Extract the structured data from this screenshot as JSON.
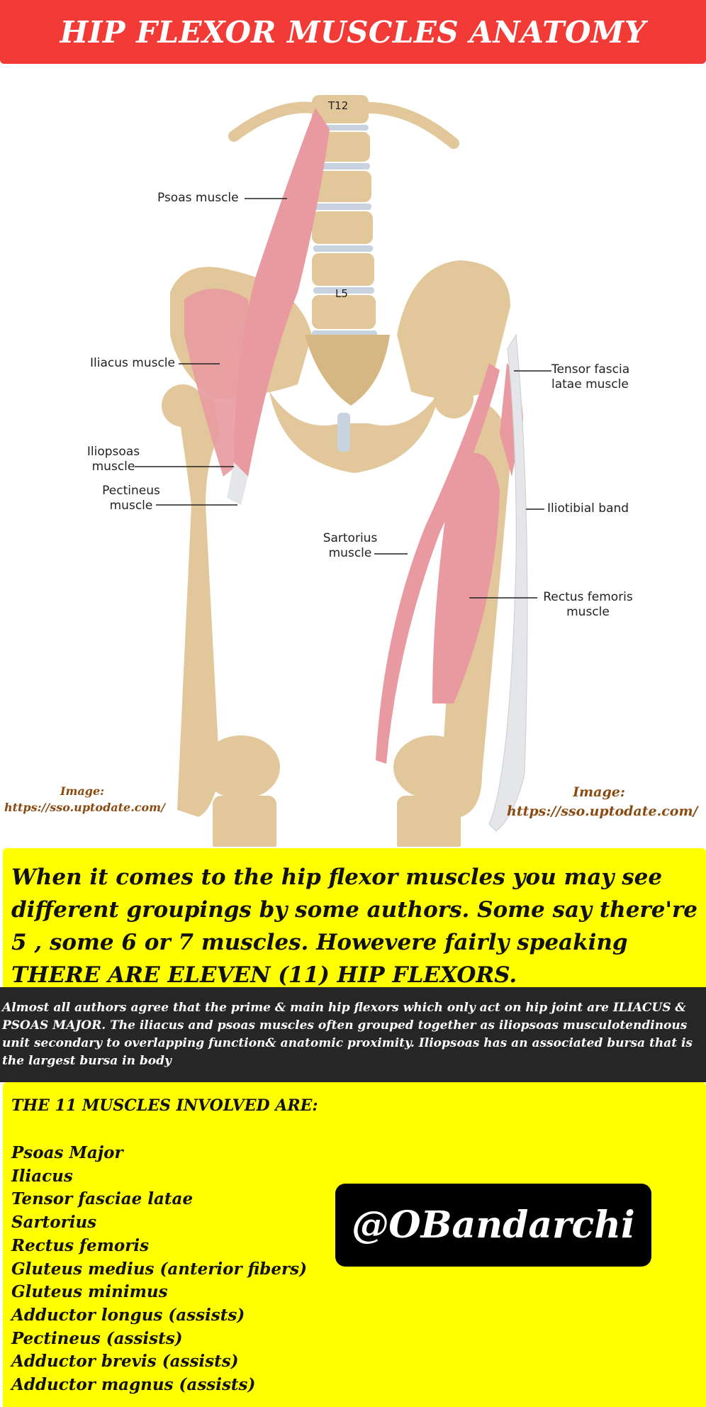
{
  "header": {
    "title": "HIP FLEXOR MUSCLES ANATOMY"
  },
  "illustration": {
    "vertebra_labels": {
      "top": "T12",
      "bottom": "L5"
    },
    "labels": {
      "psoas": "Psoas muscle",
      "iliacus": "Iliacus muscle",
      "iliopsoas": "Iliopsoas\nmuscle",
      "pectineus": "Pectineus\nmuscle",
      "sartorius": "Sartorius\nmuscle",
      "tensor": "Tensor fascia\nlatae muscle",
      "iliotibial": "Iliotibial band",
      "rectus": "Rectus femoris\nmuscle"
    },
    "credits": {
      "left_label": "Image:",
      "left_url": "https://sso.uptodate.com/",
      "right_label": "Image:",
      "right_url": "https://sso.uptodate.com/"
    },
    "colors": {
      "bone": "#e2c79a",
      "muscle": "#e89aa0",
      "disc": "#c9d3df",
      "tendon": "#e4e6ea"
    }
  },
  "intro": {
    "text": "When it comes to the hip flexor muscles you may see different groupings by some authors. Some say there're 5 , some 6 or 7 muscles. Howevere fairly speaking THERE ARE ELEVEN (11) HIP FLEXORS."
  },
  "note": {
    "text": "Almost all authors agree that the prime & main hip  flexors which only act on hip joint are ILIACUS & PSOAS MAJOR. The iliacus and psoas muscles often grouped together as  iliopsoas musculotendinous unit secondary to overlapping function& anatomic proximity. Iliopsoas has an associated bursa that is the largest bursa in body"
  },
  "muscles": {
    "title": "THE 11 MUSCLES INVOLVED ARE:",
    "items": [
      "Psoas Major",
      "Iliacus",
      "Tensor fasciae latae",
      "Sartorius",
      "Rectus femoris",
      "Gluteus medius (anterior fibers)",
      "Gluteus minimus",
      "Adductor longus (assists)",
      "Pectineus (assists)",
      "Adductor brevis (assists)",
      "Adductor magnus (assists)"
    ]
  },
  "handle": {
    "text": "@OBandarchi"
  },
  "theme": {
    "header_bg": "#f23b36",
    "highlight_yellow": "#ffff00",
    "dark_band": "#262626",
    "credit_color": "#8a4a10"
  }
}
